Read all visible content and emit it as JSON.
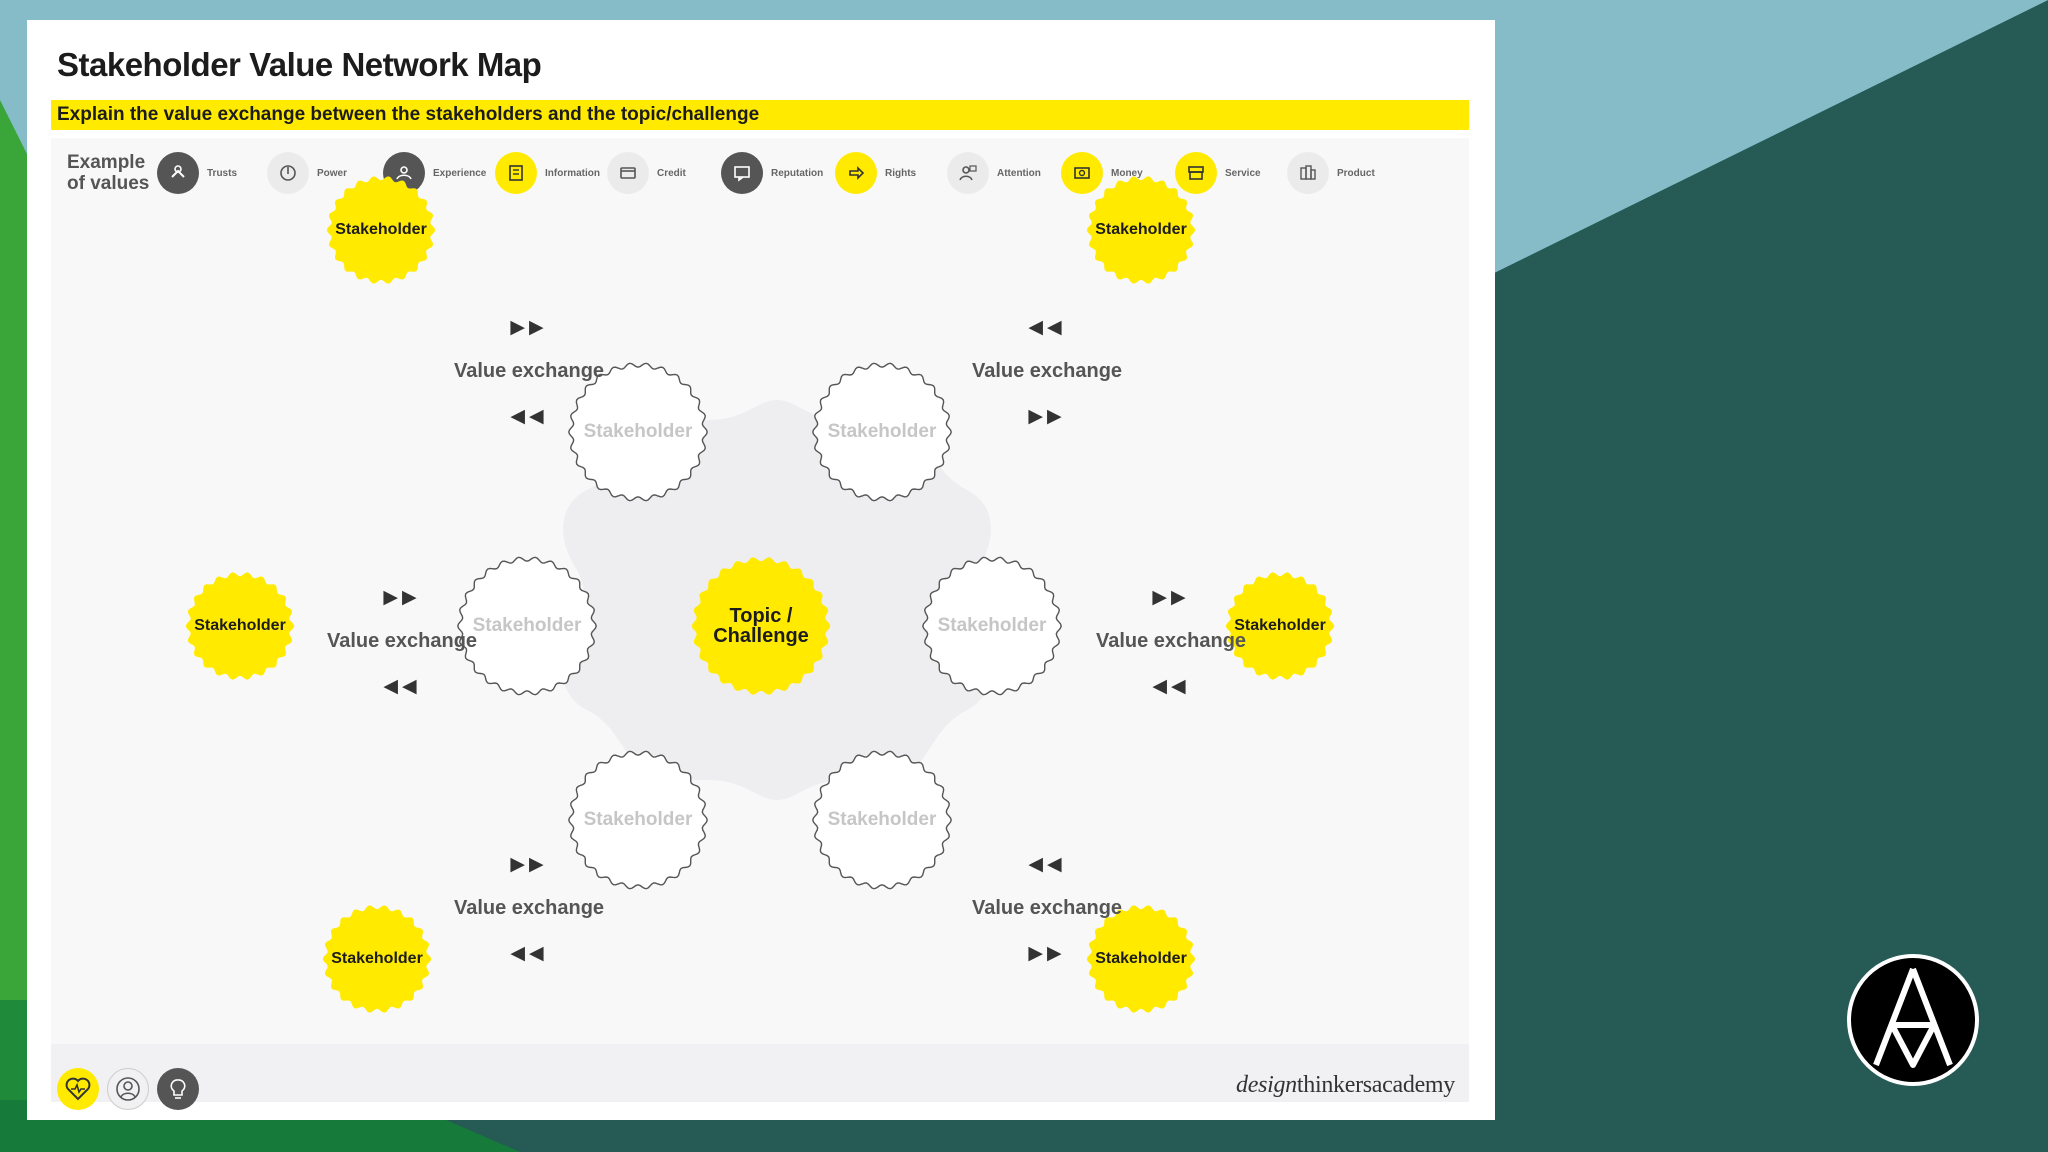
{
  "title": "Stakeholder Value Network Map",
  "subtitle": "Explain the value exchange between the stakeholders and the topic/challenge",
  "legend": {
    "heading_line1": "Example",
    "heading_line2": "of values",
    "items": [
      {
        "label": "Trusts",
        "icon": "trust-icon",
        "style": "dark"
      },
      {
        "label": "Power",
        "icon": "power-icon",
        "style": "light"
      },
      {
        "label": "Experience",
        "icon": "experience-icon",
        "style": "dark"
      },
      {
        "label": "Information",
        "icon": "information-icon",
        "style": "yellow"
      },
      {
        "label": "Credit",
        "icon": "credit-icon",
        "style": "light"
      },
      {
        "label": "Reputation",
        "icon": "reputation-icon",
        "style": "dark"
      },
      {
        "label": "Rights",
        "icon": "rights-icon",
        "style": "yellow"
      },
      {
        "label": "Attention",
        "icon": "attention-icon",
        "style": "light"
      },
      {
        "label": "Money",
        "icon": "money-icon",
        "style": "yellow"
      },
      {
        "label": "Service",
        "icon": "service-icon",
        "style": "yellow"
      },
      {
        "label": "Product",
        "icon": "product-icon",
        "style": "light"
      }
    ]
  },
  "map": {
    "center": {
      "line1": "Topic /",
      "line2": "Challenge"
    },
    "outer_label": "Stakeholder",
    "inner_label": "Stakeholder",
    "exchange_label": "Value exchange",
    "arrow_right": "▶▶",
    "arrow_left": "◀◀"
  },
  "footer": {
    "brand_italic": "design",
    "brand_rest": "thinkersacademy",
    "icons": [
      "heart-icon",
      "person-icon",
      "idea-icon"
    ]
  },
  "colors": {
    "accent_yellow": "#ffea00",
    "dark_grey": "#555555",
    "background_teal": "#255a55",
    "background_light_blue": "#86bcc7",
    "background_green": "#3aa63a"
  }
}
